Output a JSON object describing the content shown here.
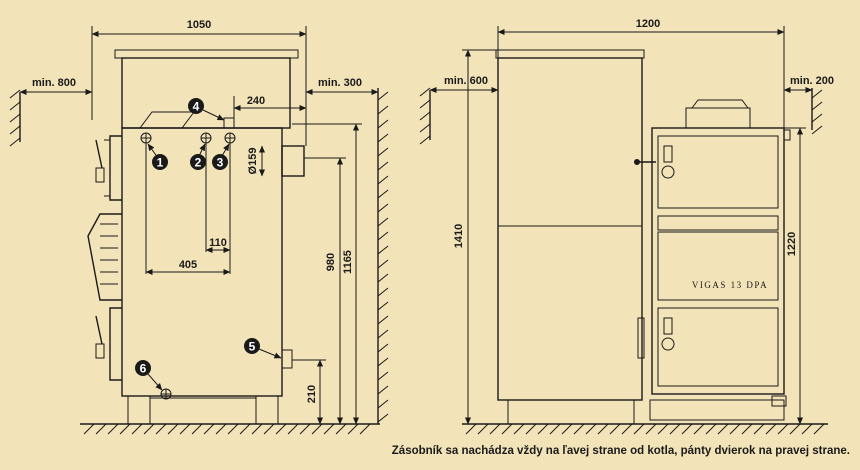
{
  "dimensions": {
    "left_width": "1050",
    "left_clear_left": "min. 800",
    "left_clear_right": "min. 300",
    "pipe_offset": "240",
    "pipe_diameter": "Ø159",
    "conn_110": "110",
    "conn_405": "405",
    "h_980": "980",
    "h_1165": "1165",
    "h_210": "210",
    "right_width": "1200",
    "right_clear_left": "min. 600",
    "right_clear_right": "min. 200",
    "right_height_total": "1410",
    "right_height_body": "1220"
  },
  "markers": [
    "1",
    "2",
    "3",
    "4",
    "5",
    "6"
  ],
  "brand_label": "VIGAS 13 DPA",
  "caption": "Zásobník sa nachádza vždy na ľavej strane od kotla, pánty dvierok na pravej strane."
}
